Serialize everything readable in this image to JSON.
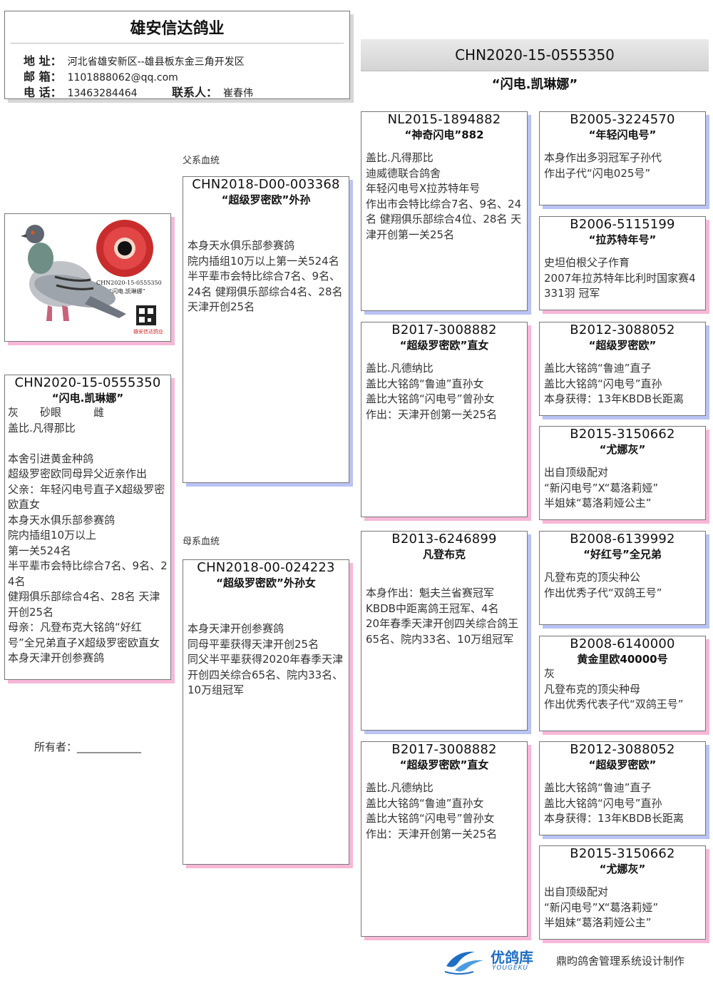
{
  "header": {
    "title": "雄安信达鸽业",
    "address_label": "地 址：",
    "address": "河北省雄安新区--雄县板东金三角开发区",
    "email_label": "邮 箱：",
    "email": "1101888062@qq.com",
    "phone_label": "电 话：",
    "phone": "13463284464",
    "contact_label": "联系人：",
    "contact": "崔春伟"
  },
  "banner": {
    "ring": "CHN2020-15-0555350",
    "nickname": "“闪电.凯琳娜”"
  },
  "photo": {
    "caption_ring": "CHN2020-15-0555350",
    "caption_name": "“闪电.凯琳娜”",
    "caption_brand": "雄安信达鸽业"
  },
  "subject": {
    "ring": "CHN2020-15-0555350",
    "nickname": "“闪电.凯琳娜”",
    "attrs": "灰　　砂眼　　　雌",
    "desc": "盖比.凡得那比\n\n本舍引进黄金种鸽\n超级罗密欧同母异父近亲作出\n父亲：年轻闪电号直子X超级罗密欧直女\n本身天水俱乐部参赛鸽\n院内插组10万以上\n第一关524名\n半平辈市会特比综合7名、9名、24名\n健翔俱乐部综合4名、28名 天津开创25名\n母亲：凡登布克大铭鸽“好红号”全兄弟直子X超级罗密欧直女\n本身天津开创参赛鸽"
  },
  "owner": {
    "label": "所有者：",
    "line": "____________"
  },
  "sections": {
    "sire": "父系血统",
    "dam": "母系血统"
  },
  "sire": {
    "ring": "CHN2018-D00-003368",
    "nickname": "“超级罗密欧”外孙",
    "desc": "本身天水俱乐部参赛鸽\n院内插组10万以上第一关524名\n半平辈市会特比综合7名、9名、24名 健翔俱乐部综合4名、28名 天津开创25名"
  },
  "dam": {
    "ring": "CHN2018-00-024223",
    "nickname": "“超级罗密欧”外孙女",
    "desc": "本身天津开创参赛鸽\n同母平辈获得天津开创25名\n同父半平辈获得2020年春季天津开创四关综合65名、院内33名、10万组冠军"
  },
  "gp": [
    {
      "ring": "NL2015-1894882",
      "nickname": "“神奇闪电”882",
      "desc": "盖比.凡得那比\n迪威德联合鸽舍\n年轻闪电号X拉苏特年号\n作出市会特比综合7名、9名、24名 健翔俱乐部综合4位、28名 天津开创第一关25名"
    },
    {
      "ring": "B2017-3008882",
      "nickname": "“超级罗密欧”直女",
      "desc": "盖比.凡德纳比\n盖比大铭鸽“鲁迪”直孙女\n盖比大铭鸽“闪电号”曾孙女\n作出：天津开创第一关25名"
    },
    {
      "ring": "B2013-6246899",
      "nickname": "凡登布克",
      "desc": "本身作出：魁夫兰省赛冠军\nKBDB中距离鸽王冠军、4名\n20年春季天津开创四关综合鸽王65名、院内33名、10万组冠军"
    },
    {
      "ring": "B2017-3008882",
      "nickname": "“超级罗密欧”直女",
      "desc": "盖比.凡德纳比\n盖比大铭鸽“鲁迪”直孙女\n盖比大铭鸽“闪电号”曾孙女\n作出：天津开创第一关25名"
    }
  ],
  "ggp": [
    {
      "ring": "B2005-3224570",
      "nickname": "“年轻闪电号”",
      "desc": "本身作出多羽冠军子孙代\n作出子代“闪电025号”"
    },
    {
      "ring": "B2006-5115199",
      "nickname": "“拉苏特年号”",
      "desc": "史坦伯根父子作育\n2007年拉苏特年比利时国家赛4331羽 冠军"
    },
    {
      "ring": "B2012-3088052",
      "nickname": "“超级罗密欧”",
      "desc": "盖比大铭鸽“鲁迪”直子\n盖比大铭鸽“闪电号”直孙\n本身获得：13年KBDB长距离"
    },
    {
      "ring": "B2015-3150662",
      "nickname": "“尤娜灰”",
      "desc": "出自顶级配对\n“新闪电号”X“葛洛莉娅”\n半姐妹“葛洛莉娅公主”"
    },
    {
      "ring": "B2008-6139992",
      "nickname": "“好红号”全兄弟",
      "desc": "凡登布克的顶尖种公\n作出优秀子代“双鸽王号”"
    },
    {
      "ring": "B2008-6140000",
      "nickname": "黄金里欧40000号",
      "desc": "灰\n凡登布克的顶尖种母\n作出优秀代表子代“双鸽王号”"
    },
    {
      "ring": "B2012-3088052",
      "nickname": "“超级罗密欧”",
      "desc": "盖比大铭鸽“鲁迪”直子\n盖比大铭鸽“闪电号”直孙\n本身获得：13年KBDB长距离"
    },
    {
      "ring": "B2015-3150662",
      "nickname": "“尤娜灰”",
      "desc": "出自顶级配对\n“新闪电号”X“葛洛莉娅”\n半姐妹“葛洛莉娅公主”"
    }
  ],
  "footer": {
    "logo_text": "优鸽库",
    "logo_sub": "YOUGEKU",
    "credit": "鼎昀鸽舍管理系统设计制作"
  },
  "colors": {
    "shadow_blue": "#b9c3f4",
    "shadow_pink": "#f7b8d8",
    "logo_blue": "#1e6fc4"
  }
}
